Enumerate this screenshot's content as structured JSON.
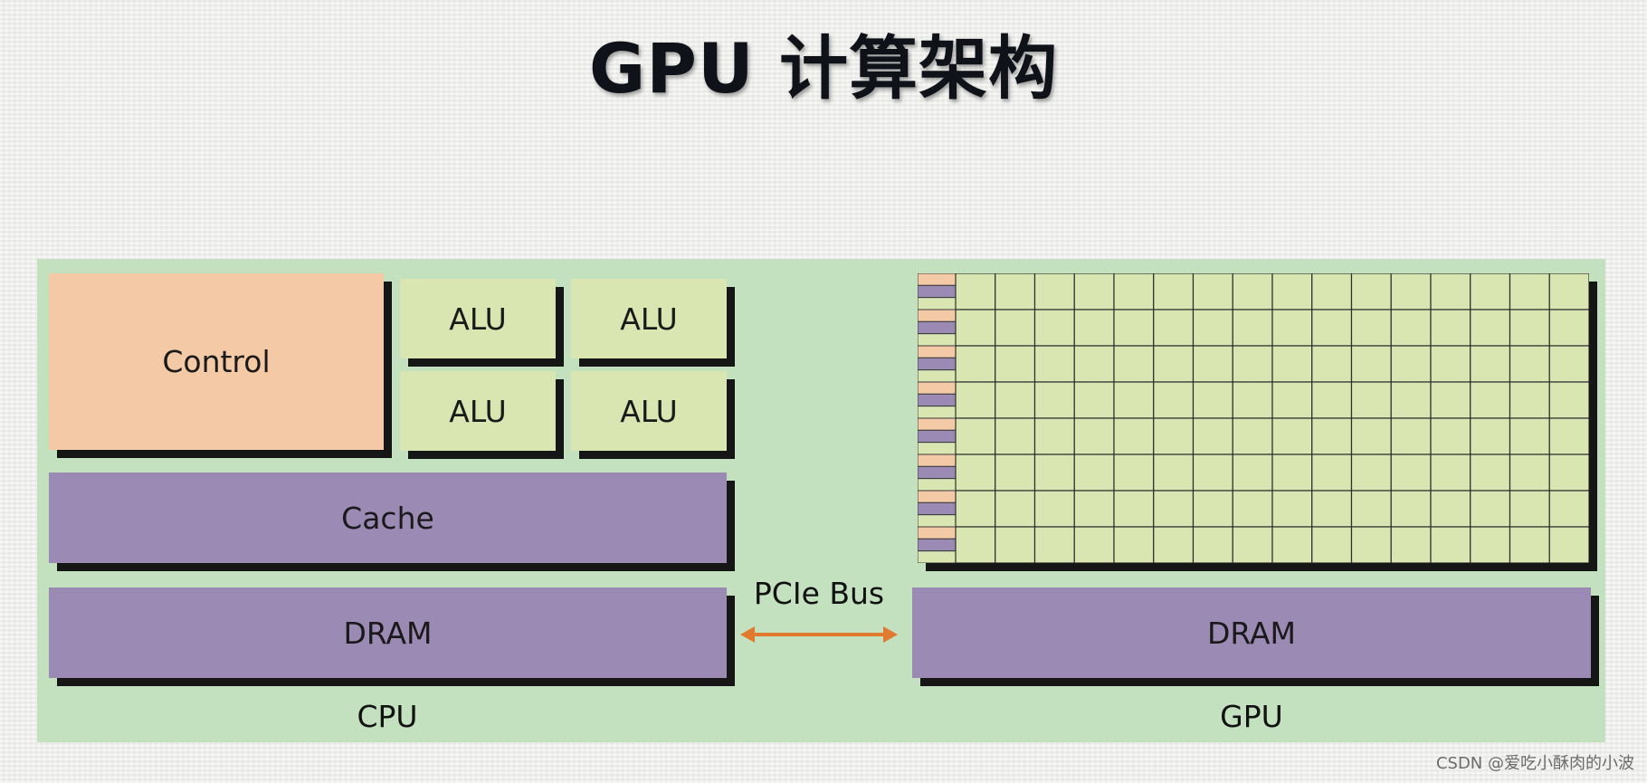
{
  "title": "GPU 计算架构",
  "cpu": {
    "control_label": "Control",
    "alu_labels": [
      "ALU",
      "ALU",
      "ALU",
      "ALU"
    ],
    "cache_label": "Cache",
    "dram_label": "DRAM",
    "caption": "CPU"
  },
  "bus": {
    "label": "PCIe Bus"
  },
  "gpu": {
    "dram_label": "DRAM",
    "caption": "GPU",
    "grid_rows": 8,
    "grid_cols": 16
  },
  "colors": {
    "panel": "#c4e1bf",
    "control": "#f4c9a6",
    "alu": "#d9e6b2",
    "cache_dram": "#9a8ab4",
    "arrow": "#e07a2e",
    "strip_a": "#f4c9a6",
    "strip_b": "#9a8ab4"
  },
  "watermark": "CSDN @爱吃小酥肉的小波"
}
